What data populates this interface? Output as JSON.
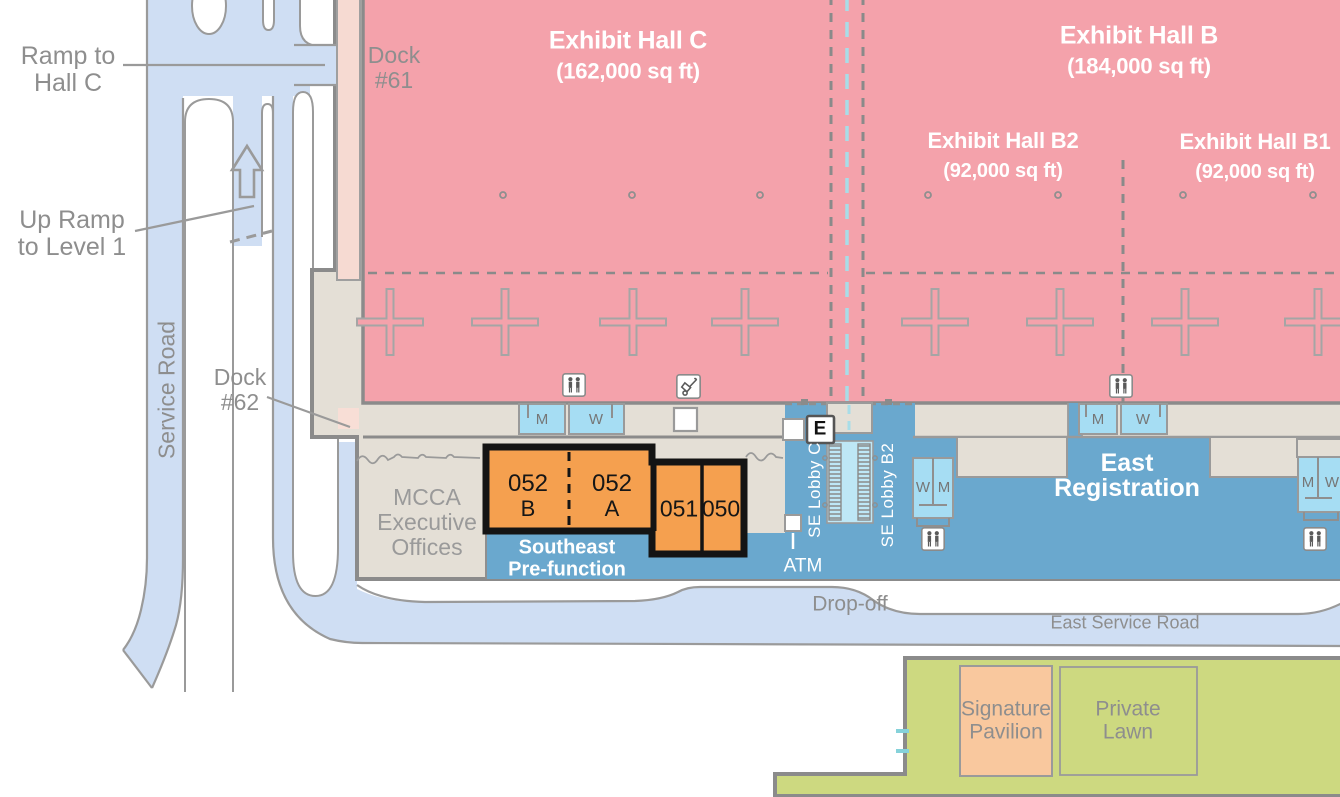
{
  "map": {
    "roads": {
      "ramp_to_hall_c": [
        "Ramp to",
        "Hall C"
      ],
      "up_ramp": [
        "Up Ramp",
        "to Level 1"
      ],
      "service_road": "Service Road",
      "drop_off": "Drop-off",
      "east_service_road": "East Service Road"
    },
    "docks": {
      "dock61": [
        "Dock",
        "#61"
      ],
      "dock62": [
        "Dock",
        "#62"
      ]
    },
    "halls": {
      "c": {
        "title": "Exhibit Hall C",
        "size": "(162,000 sq ft)"
      },
      "b": {
        "title": "Exhibit Hall B",
        "size": "(184,000 sq ft)"
      },
      "b2": {
        "title": "Exhibit Hall B2",
        "size": "(92,000 sq ft)"
      },
      "b1": {
        "title": "Exhibit Hall B1",
        "size": "(92,000 sq ft)"
      }
    },
    "rooms": {
      "r052b": {
        "num": "052",
        "letter": "B"
      },
      "r052a": {
        "num": "052",
        "letter": "A"
      },
      "r051": "051",
      "r050": "050"
    },
    "areas": {
      "mcca": [
        "MCCA",
        "Executive",
        "Offices"
      ],
      "prefunction": [
        "Southeast",
        "Pre-function"
      ],
      "se_lobby_c": "SE Lobby C",
      "se_lobby_b2": "SE Lobby B2",
      "east_registration": [
        "East",
        "Registration"
      ],
      "atm": "ATM",
      "signature_pavilion": [
        "Signature",
        "Pavilion"
      ],
      "private_lawn": [
        "Private",
        "Lawn"
      ]
    },
    "icons": {
      "elevator": "E",
      "mens": "M",
      "womens": "W"
    },
    "colors": {
      "hall_pink": "#f4a2ab",
      "lobby_blue": "#6aa8ce",
      "restroom_blue": "#a6ddf3",
      "highlight_orange": "#f5a04f",
      "road_blue": "#cfdef3",
      "lawn_green": "#cdd980",
      "pavilion_orange": "#f9c89e",
      "building_beige": "#e4dfd6"
    }
  }
}
